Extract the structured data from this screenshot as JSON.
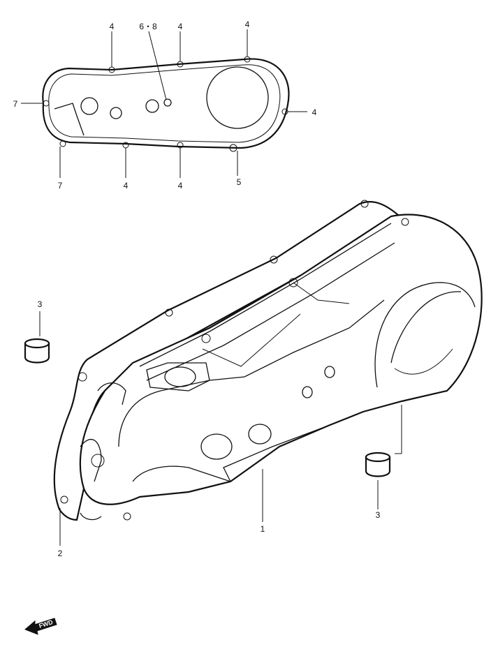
{
  "callouts": {
    "top_4_a": "4",
    "top_6_8": "6・8",
    "top_4_b": "4",
    "top_4_c": "4",
    "left_7": "7",
    "right_4": "4",
    "bottom_7": "7",
    "bottom_4_a": "4",
    "bottom_4_b": "4",
    "bottom_5": "5",
    "left_3": "3",
    "right_3": "3",
    "gasket_2": "2",
    "cover_1": "1"
  },
  "fwd_label": "FWD"
}
